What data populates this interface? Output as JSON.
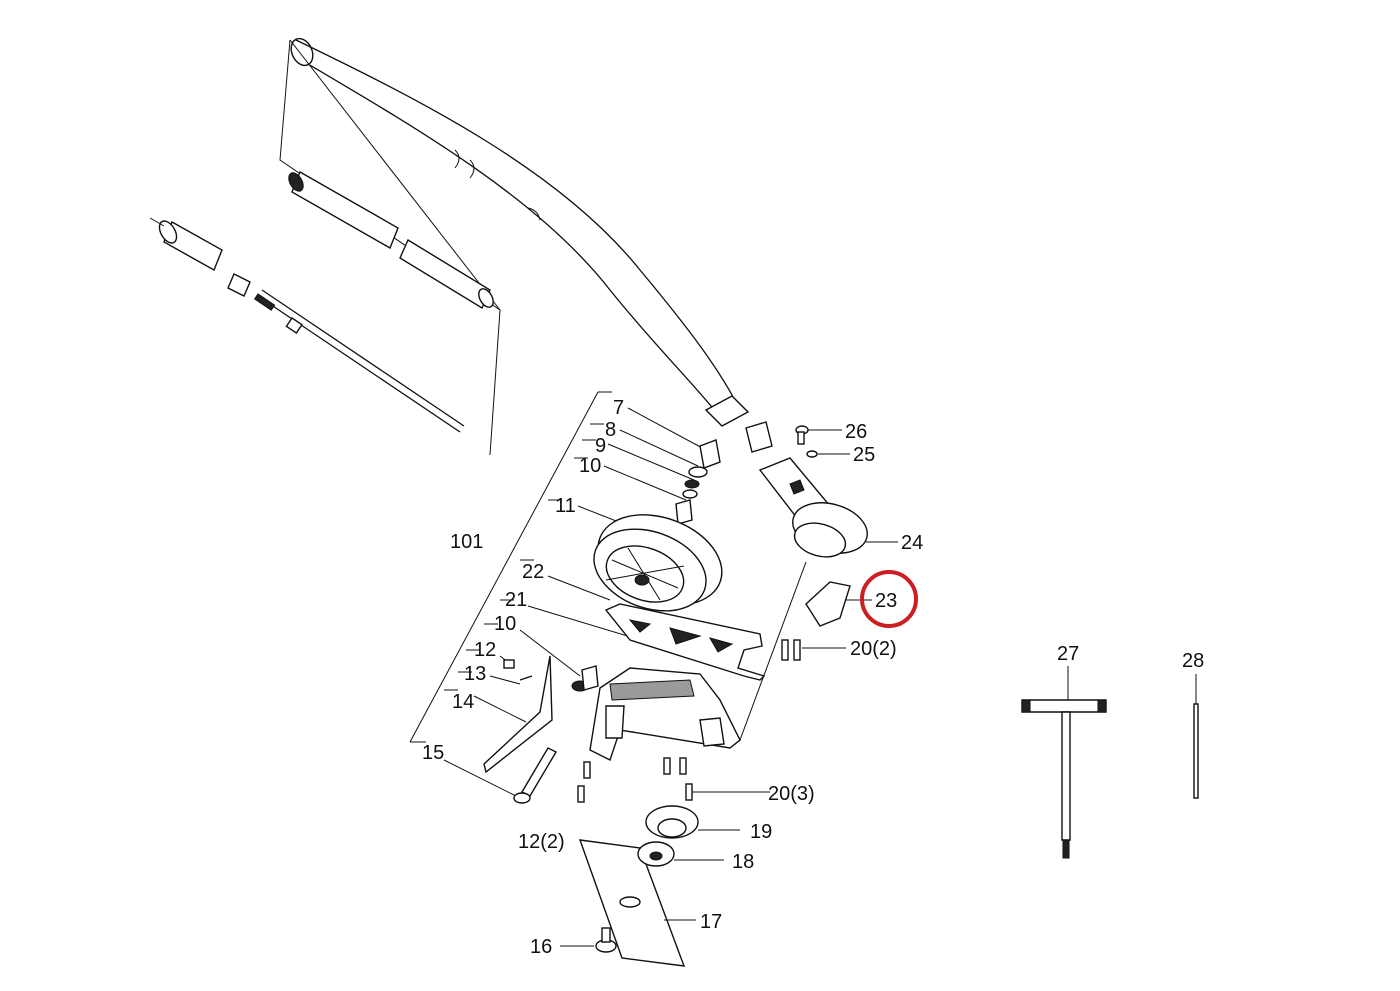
{
  "labels": {
    "p7": "7",
    "p8": "8",
    "p9": "9",
    "p10a": "10",
    "p11": "11",
    "p101": "101",
    "p22": "22",
    "p21": "21",
    "p10b": "10",
    "p12a": "12",
    "p13": "13",
    "p14": "14",
    "p15": "15",
    "p12b": "12(2)",
    "p16": "16",
    "p17": "17",
    "p18": "18",
    "p19": "19",
    "p20a": "20(3)",
    "p20b": "20(2)",
    "p23": "23",
    "p24": "24",
    "p25": "25",
    "p26": "26",
    "p27": "27",
    "p28": "28"
  },
  "highlight": {
    "part": "23",
    "color": "#cc1f24"
  }
}
